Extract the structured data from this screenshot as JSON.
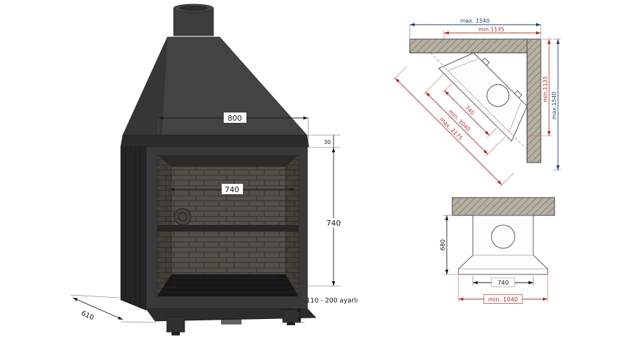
{
  "colors": {
    "dimension_black": "#1a1a1a",
    "dimension_red": "#a8302c",
    "dimension_blue": "#1f3a6e",
    "model_gray": "#3a3a3a",
    "wall_hatch": "#b7b0a4"
  },
  "iso_view": {
    "dim_hood_width": "800",
    "dim_opening_width": "740",
    "dim_opening_height": "740",
    "dim_fascia_height": "30",
    "dim_depth": "610",
    "dim_leg_adjustment": "110 - 200 ayarlı"
  },
  "plan_view": {
    "dim_wall_max": "max. 1540",
    "dim_wall_min": "min.1135",
    "dim_side_min": "min.1135",
    "dim_side_max": "max.1540",
    "dim_hood_width": "740",
    "dim_hood_min": "min. 1040",
    "dim_diagonal_max": "max. 2175"
  },
  "front_view": {
    "dim_height": "680",
    "dim_width": "740",
    "dim_min_width": "min. 1040"
  }
}
